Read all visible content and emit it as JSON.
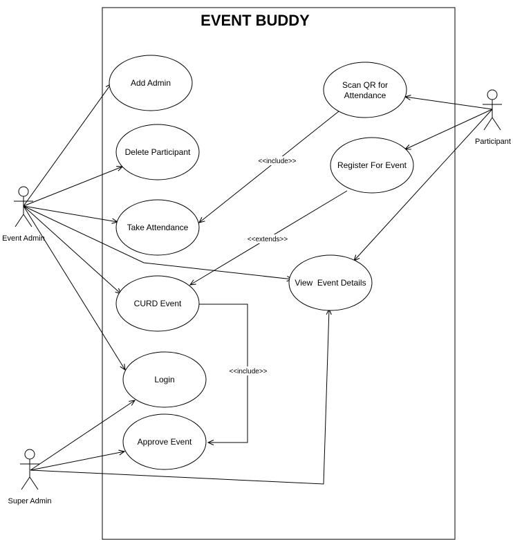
{
  "diagram": {
    "title": "EVENT BUDDY",
    "actors": {
      "event_admin": "Event Admin",
      "participant": "Participant",
      "super_admin": "Super Admin"
    },
    "use_cases": {
      "add_admin": [
        "Add Admin"
      ],
      "delete_participant": [
        "Delete Participant"
      ],
      "take_attendance": [
        "Take Attendance"
      ],
      "curd_event": [
        "CURD Event"
      ],
      "login": [
        "Login"
      ],
      "approve_event": [
        "Approve Event"
      ],
      "scan_qr": [
        "Scan QR for",
        "Attendance"
      ],
      "register_event": [
        "Register For Event"
      ],
      "view_event_details": [
        "View  Event Details"
      ]
    },
    "relations": {
      "include_scan": "<<include>>",
      "extends_register": "<<extends>>",
      "include_curd": "<<include>>"
    },
    "colors": {
      "line": "#000000",
      "fill": "#ffffff"
    }
  }
}
